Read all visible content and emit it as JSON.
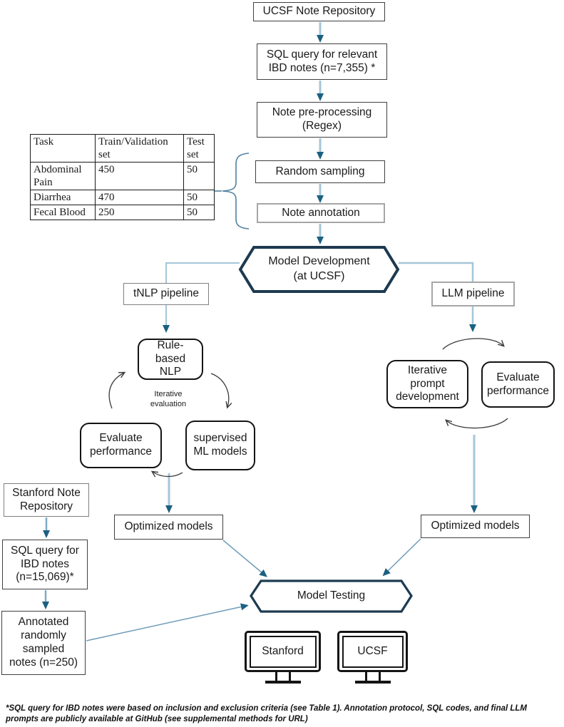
{
  "nodes": {
    "ucsf_repo": "UCSF Note Repository",
    "sql_query_ucsf": "SQL query for relevant\nIBD notes (n=7,355) *",
    "note_preprocessing": "Note pre-processing\n(Regex)",
    "random_sampling": "Random sampling",
    "note_annotation": "Note annotation",
    "model_development": "Model Development\n(at UCSF)",
    "tnlp_pipeline": "tNLP pipeline",
    "llm_pipeline": "LLM pipeline",
    "rule_based_nlp": "Rule-\nbased\nNLP",
    "iterative_evaluation": "Iterative\nevaluation",
    "evaluate_performance_tnlp": "Evaluate\nperformance",
    "supervised_ml_models": "supervised\nML models",
    "iterative_prompt_development": "Iterative\nprompt\ndevelopment",
    "evaluate_performance_llm": "Evaluate\nperformance",
    "optimized_models_tnlp": "Optimized models",
    "optimized_models_llm": "Optimized models",
    "stanford_repo": "Stanford Note\nRepository",
    "sql_query_stanford": "SQL query for\nIBD notes\n(n=15,069)*",
    "annotated_notes": "Annotated\nrandomly\nsampled\nnotes (n=250)",
    "model_testing": "Model Testing",
    "monitor_stanford": "Stanford",
    "monitor_ucsf": "UCSF"
  },
  "table": {
    "headers": [
      "Task",
      "Train/Validation set",
      "Test set"
    ],
    "rows": [
      [
        "Abdominal Pain",
        "450",
        "50"
      ],
      [
        "Diarrhea",
        "470",
        "50"
      ],
      [
        "Fecal Blood",
        "250",
        "50"
      ]
    ]
  },
  "footnote": "*SQL query for IBD notes were based on inclusion and exclusion criteria (see Table 1). Annotation protocol, SQL codes, and final LLM\nprompts are publicly available at GitHub (see supplemental methods for URL)",
  "colors": {
    "connector_light": "#a5c6d8",
    "connector_mid": "#7fa9c4",
    "connector_diag": "#6f9db8",
    "arrowhead": "#1b6080",
    "brace": "#4f81a0",
    "hexagon_border": "#1d3a50",
    "cycle_arrow": "#3a3a3a"
  }
}
